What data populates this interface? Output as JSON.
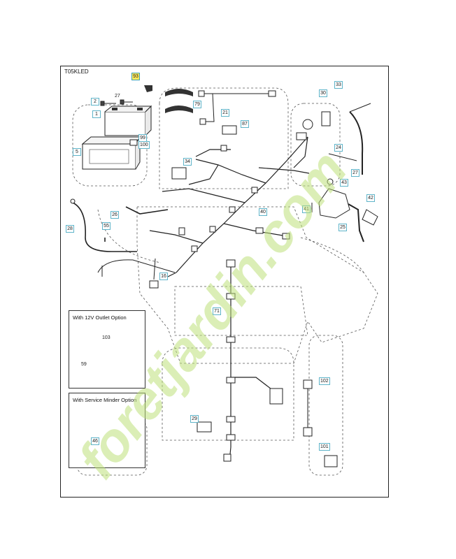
{
  "model_code": "T05KLED",
  "options": {
    "outlet_title": "With 12V Outlet Option",
    "minder_title": "With Service Minder Option"
  },
  "plain_labels": [
    {
      "id": "27a",
      "text": "27"
    },
    {
      "id": "103",
      "text": "103"
    },
    {
      "id": "59",
      "text": "59"
    }
  ],
  "callouts": [
    {
      "id": "93",
      "text": "93",
      "highlight": true
    },
    {
      "id": "2",
      "text": "2"
    },
    {
      "id": "1",
      "text": "1"
    },
    {
      "id": "5",
      "text": "5"
    },
    {
      "id": "99",
      "text": "99"
    },
    {
      "id": "100",
      "text": "100"
    },
    {
      "id": "79",
      "text": "79"
    },
    {
      "id": "21",
      "text": "21"
    },
    {
      "id": "87",
      "text": "87"
    },
    {
      "id": "34",
      "text": "34"
    },
    {
      "id": "30",
      "text": "30"
    },
    {
      "id": "33",
      "text": "33"
    },
    {
      "id": "24",
      "text": "24"
    },
    {
      "id": "27b",
      "text": "27"
    },
    {
      "id": "43",
      "text": "43"
    },
    {
      "id": "42",
      "text": "42"
    },
    {
      "id": "41",
      "text": "41"
    },
    {
      "id": "25",
      "text": "25"
    },
    {
      "id": "28",
      "text": "28"
    },
    {
      "id": "26",
      "text": "26"
    },
    {
      "id": "55",
      "text": "55"
    },
    {
      "id": "40",
      "text": "40"
    },
    {
      "id": "16",
      "text": "16"
    },
    {
      "id": "71",
      "text": "71"
    },
    {
      "id": "102",
      "text": "102"
    },
    {
      "id": "29",
      "text": "29"
    },
    {
      "id": "101",
      "text": "101"
    },
    {
      "id": "46",
      "text": "46"
    }
  ],
  "watermark": "foretjardin.com",
  "colors": {
    "callout_border": "#5fb4c9",
    "highlight": "#ffe95a",
    "watermark_green": "#bde07a",
    "watermark_orange": "#f3c69a",
    "watermark_brown": "#bdb3a6"
  }
}
